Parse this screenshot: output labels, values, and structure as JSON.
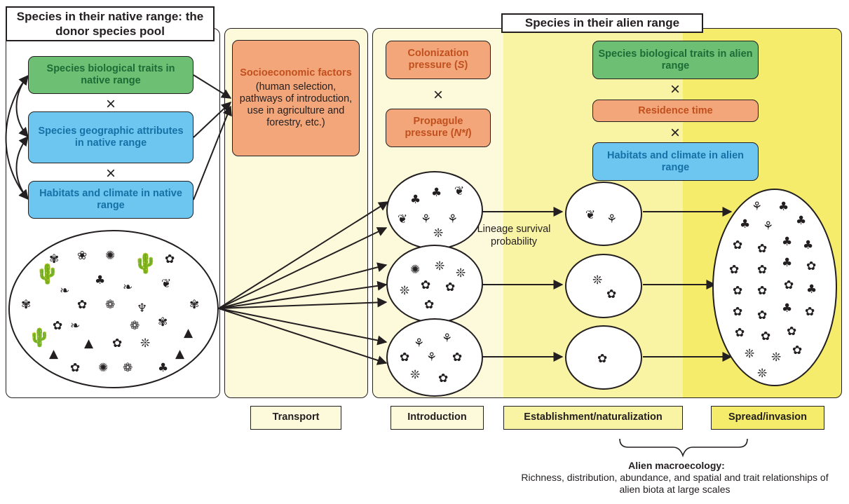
{
  "colors": {
    "green": "#6dbf73",
    "blue": "#6cc6ef",
    "orange": "#f2a679",
    "pale_yellow": "#fdfadb",
    "mid_yellow": "#f9f3a4",
    "strong_yellow": "#f4ec6a"
  },
  "native": {
    "title": "Species in their native range: the donor species pool",
    "traits": "Species biological traits in native range",
    "times1": "×",
    "geo": "Species geographic attributes in native range",
    "times2": "×",
    "habitats": "Habitats and climate in native range"
  },
  "transport": {
    "socio_title": "Socioeconomic factors",
    "socio_body": "(human selection, pathways of introduction, use in agriculture and forestry, etc.)"
  },
  "alien": {
    "title": "Species in their alien range",
    "colonization_pre": "Colonization pressure (",
    "colonization_var": "S",
    "colonization_post": ")",
    "times_a": "×",
    "propagule_pre": "Propagule pressure (",
    "propagule_var": "N*I",
    "propagule_post": ")",
    "traits": "Species biological traits in alien range",
    "times_b": "×",
    "residence": "Residence time",
    "times_c": "×",
    "habitats": "Habitats and climate in alien range",
    "lineage": "Lineage survival probability"
  },
  "stages": {
    "transport": "Transport",
    "introduction": "Introduction",
    "establishment": "Establishment/naturalization",
    "spread": "Spread/invasion"
  },
  "macro": {
    "title": "Alien macroecology:",
    "body": "Richness, distribution, abundance, and spatial and trait relationships of alien biota at large scales"
  },
  "icons": [
    "cactus-icon",
    "shrub-icon",
    "flower-icon",
    "maple-leaf-icon",
    "tulip-icon",
    "dandelion-icon",
    "fir-tree-icon",
    "clover-icon",
    "cherry-icon",
    "hibiscus-icon",
    "blossom-sprig-icon"
  ]
}
